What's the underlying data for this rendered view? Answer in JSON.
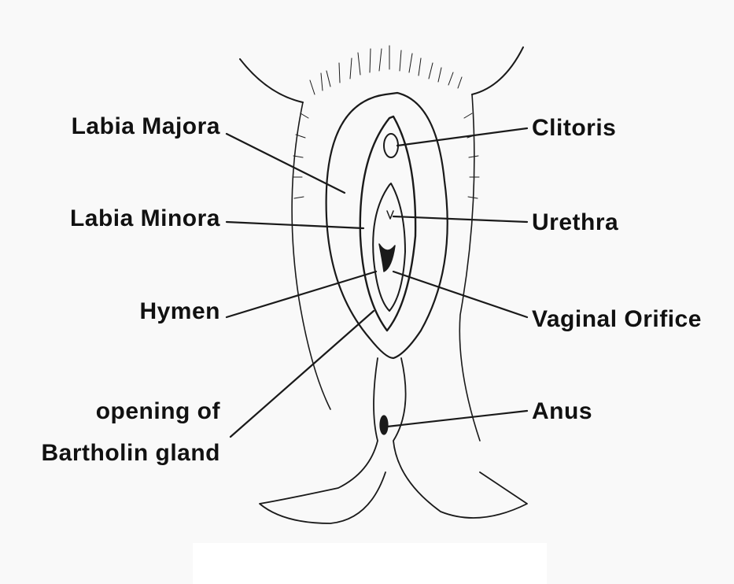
{
  "labels": {
    "labia_majora": "Labia Majora",
    "labia_minora": "Labia Minora",
    "hymen": "Hymen",
    "bartholin_line1": "opening of",
    "bartholin_line2": "Bartholin gland",
    "clitoris": "Clitoris",
    "urethra": "Urethra",
    "vaginal_orifice": "Vaginal Orifice",
    "anus": "Anus"
  },
  "colors": {
    "ink": "#111111",
    "background": "#f9f9f9"
  }
}
